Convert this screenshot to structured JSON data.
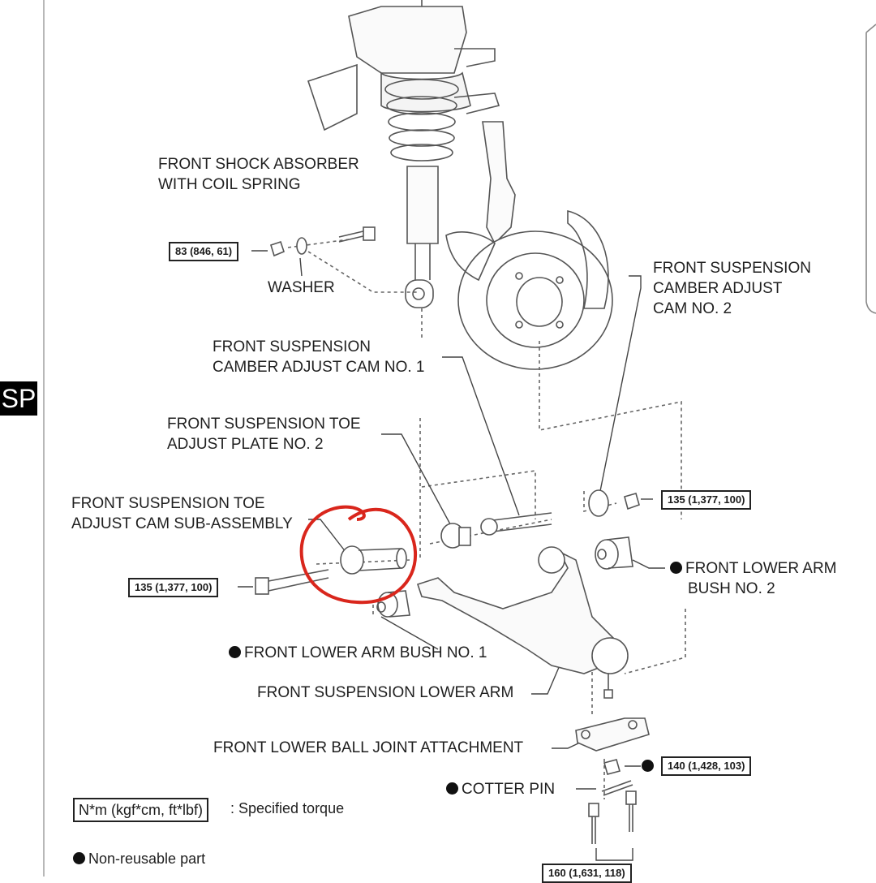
{
  "side_tab": {
    "text": "SP"
  },
  "parts": {
    "shock": {
      "line1": "FRONT SHOCK ABSORBER",
      "line2": "WITH COIL SPRING"
    },
    "washer": "WASHER",
    "cam2": {
      "line1": "FRONT SUSPENSION",
      "line2": "CAMBER ADJUST",
      "line3": "CAM NO. 2"
    },
    "cam1": {
      "line1": "FRONT SUSPENSION",
      "line2": "CAMBER ADJUST CAM NO. 1"
    },
    "toe_plate": {
      "line1": "FRONT SUSPENSION TOE",
      "line2": "ADJUST PLATE NO. 2"
    },
    "toe_cam": {
      "line1": "FRONT SUSPENSION TOE",
      "line2": "ADJUST CAM SUB-ASSEMBLY"
    },
    "bush2": {
      "line1": "FRONT LOWER ARM",
      "line2": "BUSH NO. 2"
    },
    "bush1": "FRONT LOWER ARM BUSH NO. 1",
    "lower_arm": "FRONT SUSPENSION LOWER ARM",
    "ball_joint": "FRONT LOWER BALL JOINT ATTACHMENT",
    "cotter_pin": "COTTER PIN"
  },
  "torques": {
    "shock_nut": "83 (846, 61)",
    "cam2_nut": "135 (1,377, 100)",
    "toe_bolt": "135 (1,377, 100)",
    "ball_nut": "140 (1,428, 103)",
    "bottom_bolts": "160 (1,631, 118)"
  },
  "legend": {
    "torque_box": "N*m (kgf*cm, ft*lbf)",
    "torque_text": ": Specified torque",
    "nonreusable": "Non-reusable part"
  },
  "colors": {
    "annotation": "#d9261c",
    "ink": "#1f1f1f"
  },
  "icons": {
    "nonreusable_marker": "filled-circle"
  }
}
